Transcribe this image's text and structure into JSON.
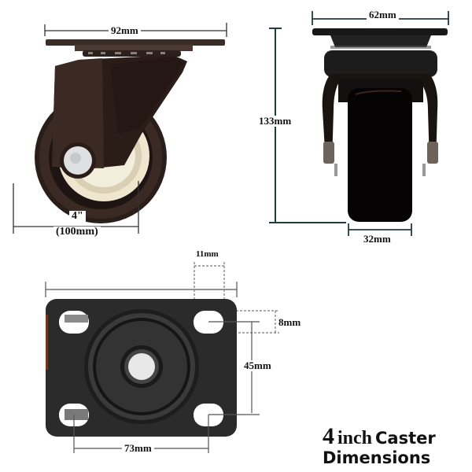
{
  "title": {
    "number": "4",
    "unit": "inch",
    "word": "Caster",
    "line2": "Dimensions"
  },
  "side_view": {
    "plate_width_label": "92mm",
    "wheel_diameter_label": "4\"",
    "wheel_diameter_metric_label": "(100mm)"
  },
  "front_view": {
    "plate_width_label": "62mm",
    "height_label": "133mm",
    "wheel_width_label": "32mm"
  },
  "top_plate_view": {
    "slot_width_label": "11mm",
    "slot_height_label": "8mm",
    "hole_spacing_vertical_label": "45mm",
    "hole_spacing_horizontal_label": "73mm"
  },
  "colors": {
    "dimension_line_dark_teal": "#1f3b3b",
    "dimension_line_gray": "#555555",
    "metal_dark_brown": "#2a1d18",
    "plate_dark": "#2b2b2b",
    "wheel_tire": "#241a16",
    "wheel_hub_cream": "#efe9d8",
    "background": "#ffffff"
  }
}
